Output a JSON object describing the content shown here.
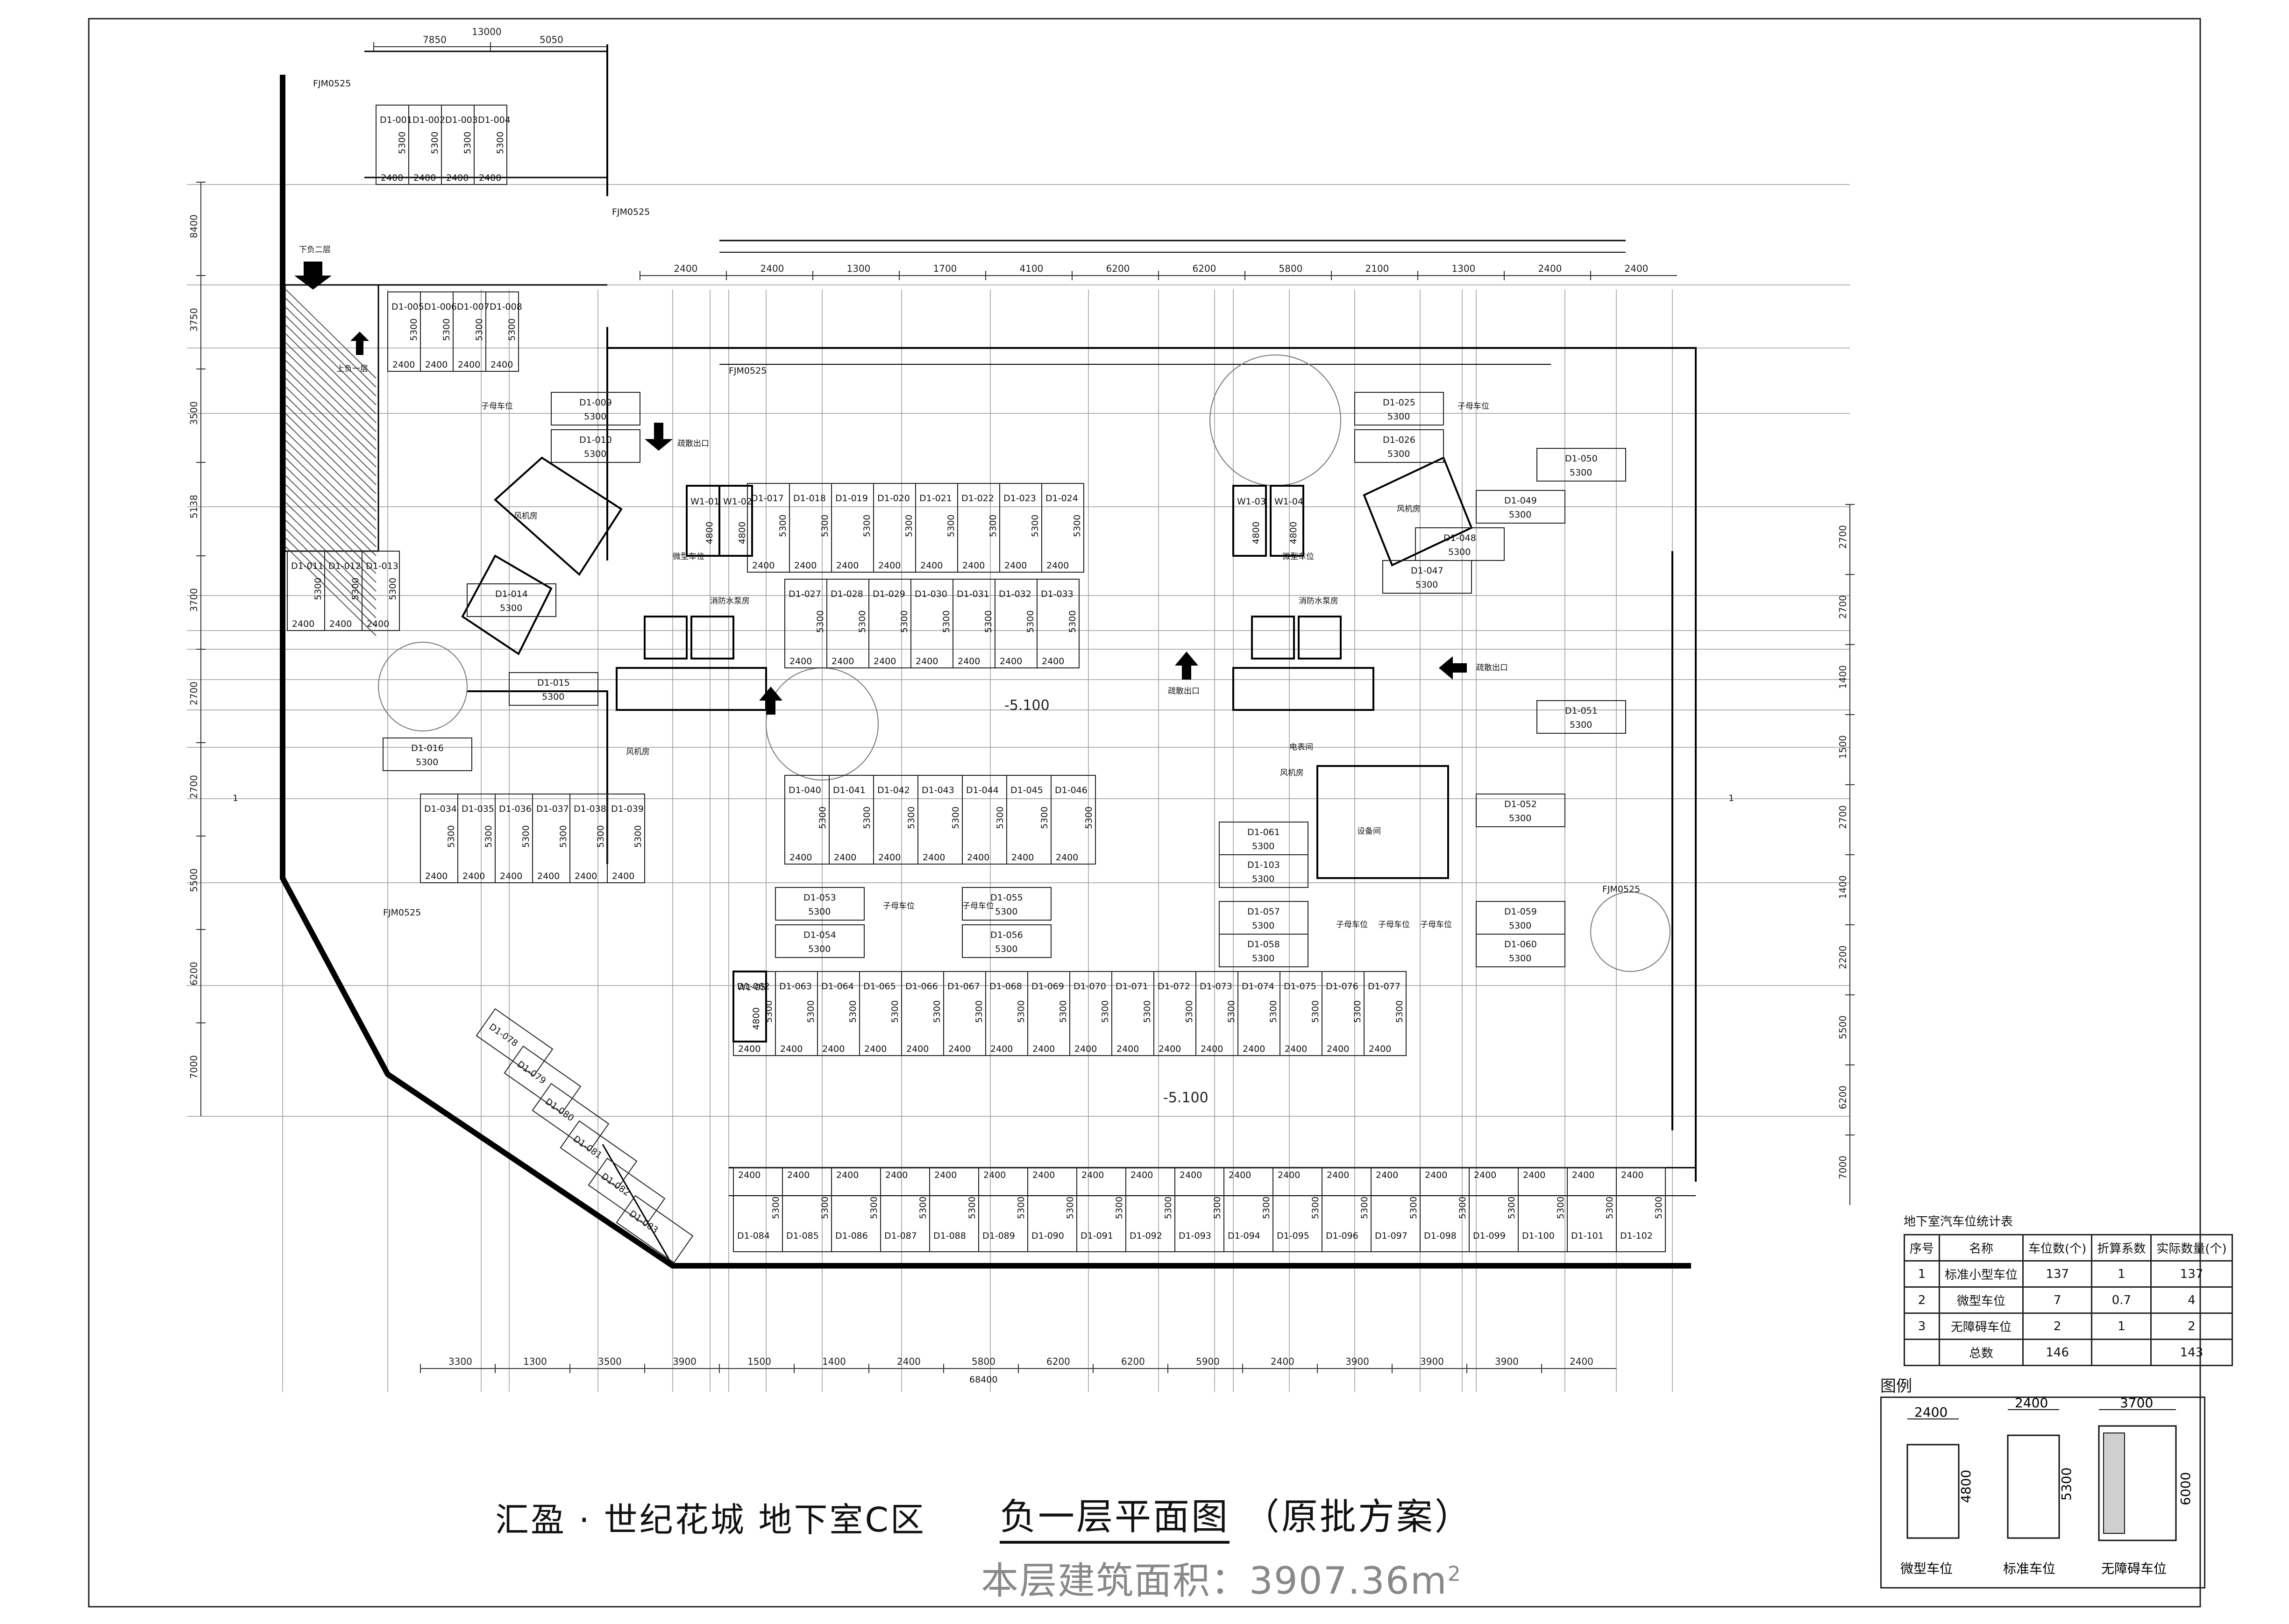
{
  "drawing": {
    "project_title": "汇盈 · 世纪花城  地下室C区",
    "drawing_title": "负一层平面图",
    "drawing_subtitle": "（原批方案）",
    "area_label": "本层建筑面积：3907.36m",
    "area_unit_sup": "2",
    "elevation_label": "-5.100",
    "total_dimension": "68400",
    "section_mark": "1"
  },
  "room_labels": {
    "stair_down": "下负二层",
    "stair_up": "上负一层",
    "evacuation_exit": "疏散出口",
    "fan_room": "风机房",
    "tandem_space": "子母车位",
    "mini_space": "微型车位",
    "fire_pump_room": "消防水泵房",
    "electrical_room": "电表间",
    "equipment_room": "设备间"
  },
  "parking": {
    "std_width": "2400",
    "std_length": "5300",
    "mini_length": "4800",
    "spaces_row1": [
      "D1-001",
      "D1-002",
      "D1-003",
      "D1-004"
    ],
    "spaces_row2": [
      "D1-005",
      "D1-006",
      "D1-007",
      "D1-008"
    ],
    "spaces_mid": [
      "D1-017",
      "D1-018",
      "D1-019",
      "D1-020",
      "D1-021",
      "D1-022",
      "D1-023",
      "D1-024"
    ],
    "spaces_mid2": [
      "D1-027",
      "D1-028",
      "D1-029",
      "D1-030",
      "D1-031",
      "D1-032",
      "D1-033"
    ],
    "spaces_left": [
      "D1-011",
      "D1-012",
      "D1-013"
    ],
    "spaces_row_c": [
      "D1-034",
      "D1-035",
      "D1-036",
      "D1-037",
      "D1-038",
      "D1-039"
    ],
    "spaces_row_d": [
      "D1-040",
      "D1-041",
      "D1-042",
      "D1-043",
      "D1-044",
      "D1-045",
      "D1-046"
    ],
    "spaces_row_e": [
      "D1-062",
      "D1-063",
      "D1-064",
      "D1-065",
      "D1-066",
      "D1-067",
      "D1-068",
      "D1-069",
      "D1-070",
      "D1-071",
      "D1-072",
      "D1-073",
      "D1-074",
      "D1-075",
      "D1-076",
      "D1-077"
    ],
    "spaces_bottom": [
      "D1-084",
      "D1-085",
      "D1-086",
      "D1-087",
      "D1-088",
      "D1-089",
      "D1-090",
      "D1-091",
      "D1-092",
      "D1-093",
      "D1-094",
      "D1-095",
      "D1-096",
      "D1-097",
      "D1-098",
      "D1-099",
      "D1-100",
      "D1-101",
      "D1-102"
    ],
    "spaces_diag": [
      "D1-078",
      "D1-079",
      "D1-080",
      "D1-081",
      "D1-082",
      "D1-083"
    ],
    "spaces_misc": [
      "D1-009",
      "D1-010",
      "D1-014",
      "D1-015",
      "D1-016",
      "D1-025",
      "D1-026",
      "D1-047",
      "D1-048",
      "D1-049",
      "D1-050",
      "D1-051",
      "D1-052",
      "D1-053",
      "D1-054",
      "D1-055",
      "D1-056",
      "D1-057",
      "D1-058",
      "D1-059",
      "D1-060",
      "D1-061",
      "D1-103"
    ],
    "mini_spaces": [
      "W1-01",
      "W1-02",
      "W1-03",
      "W1-04",
      "W1-05"
    ]
  },
  "top_dims": [
    "2400",
    "2400",
    "1300",
    "1700",
    "4100",
    "6200",
    "6200",
    "5800",
    "2100",
    "1300",
    "2400",
    "2400"
  ],
  "top_dims_upper": [
    "7850",
    "5050"
  ],
  "top_dim_total": "13000",
  "bottom_dims": [
    "3300",
    "1300",
    "3500",
    "3900",
    "1500",
    "1400",
    "2400",
    "5800",
    "6200",
    "6200",
    "5900",
    "2400",
    "3900",
    "3900",
    "3900",
    "2400"
  ],
  "right_dims": [
    "2700",
    "2700",
    "1400",
    "1500",
    "2700",
    "1400",
    "2200",
    "5500",
    "6200",
    "7000"
  ],
  "left_dims": [
    "8400",
    "3750",
    "3500",
    "5138",
    "3700",
    "2700",
    "2700",
    "5500",
    "6200",
    "7000"
  ],
  "door_tags": [
    "FJM0525",
    "FJM0525",
    "FJM0525",
    "FJM0525",
    "FJM0525"
  ],
  "stats_table": {
    "caption": "地下室汽车位统计表",
    "headers": [
      "序号",
      "名称",
      "车位数(个)",
      "折算系数",
      "实际数量(个)"
    ],
    "rows": [
      [
        "1",
        "标准小型车位",
        "137",
        "1",
        "137"
      ],
      [
        "2",
        "微型车位",
        "7",
        "0.7",
        "4"
      ],
      [
        "3",
        "无障碍车位",
        "2",
        "1",
        "2"
      ]
    ],
    "total_row": [
      "",
      "总数",
      "146",
      "",
      "143"
    ]
  },
  "legend": {
    "title": "图例",
    "items": [
      {
        "label": "微型车位",
        "width": "2400",
        "length": "4800"
      },
      {
        "label": "标准车位",
        "width": "2400",
        "length": "5300"
      },
      {
        "label": "无障碍车位",
        "width": "3700",
        "length": "6000"
      }
    ]
  }
}
